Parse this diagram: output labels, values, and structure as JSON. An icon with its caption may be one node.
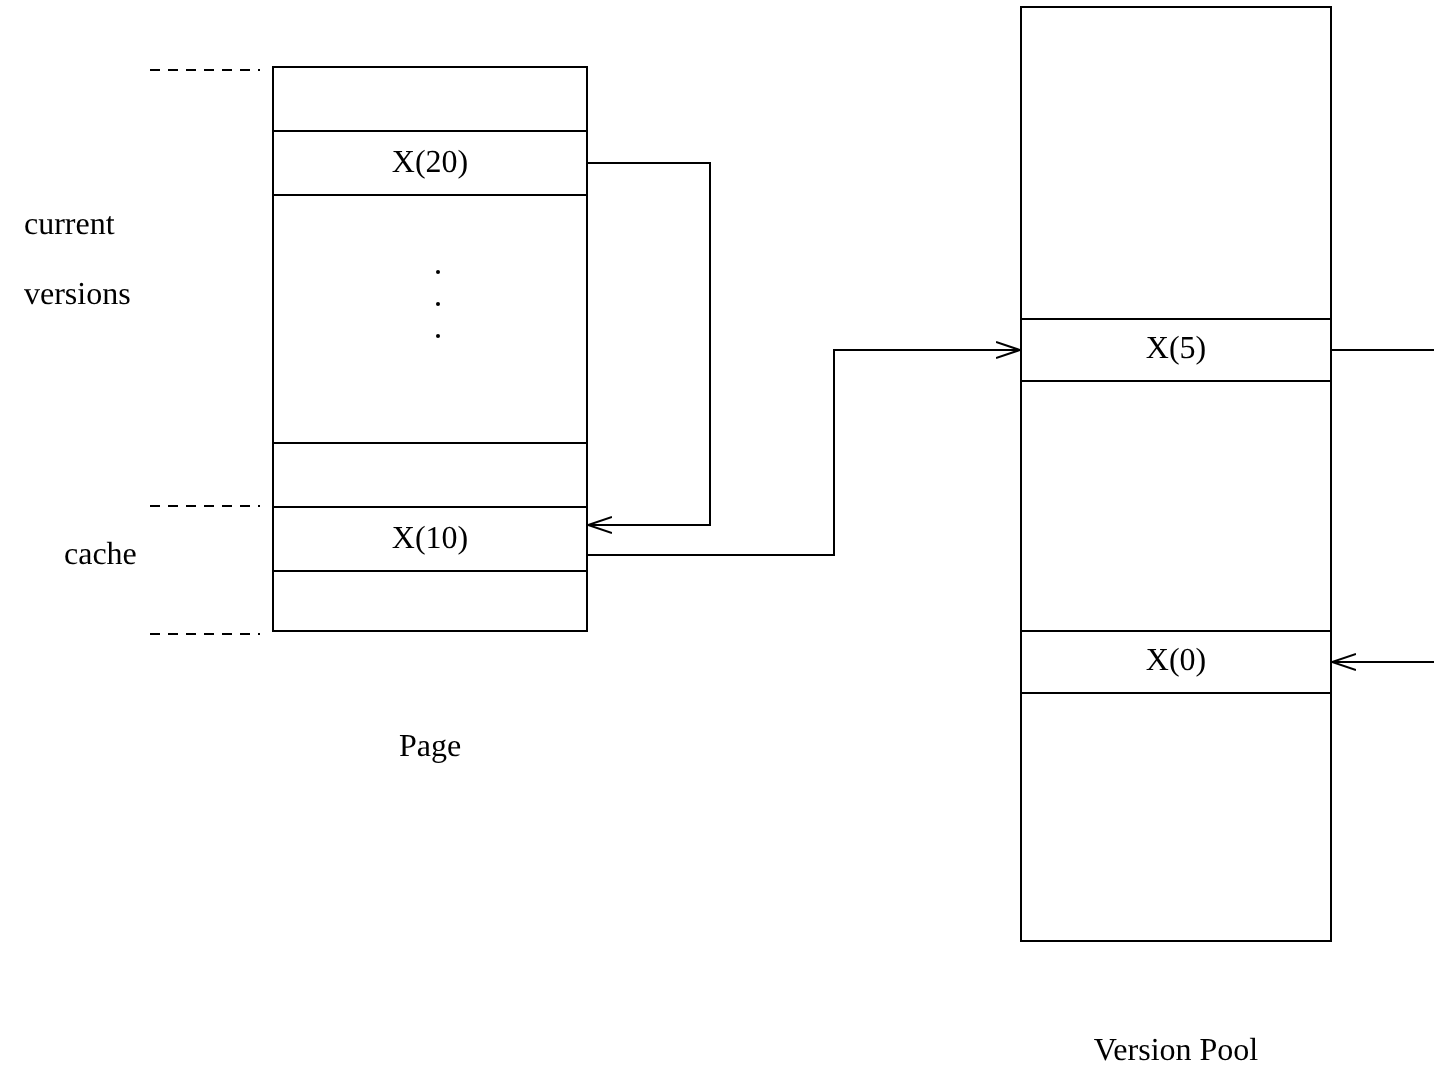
{
  "diagram": {
    "nodes": [
      {
        "text": [
          "Page"
        ]
      },
      {
        "text": [
          "X(20)"
        ],
        "in": 0
      },
      {
        "text": [
          "X(10)"
        ],
        "in": 0
      },
      {
        "text": [
          "Version Pool"
        ]
      },
      {
        "text": [
          "X(5)"
        ],
        "in": 3
      },
      {
        "text": [
          "X(0)"
        ],
        "in": 3
      }
    ],
    "edges": [
      {
        "from": 1,
        "to": 2,
        "arrow": "to"
      },
      {
        "from": 2,
        "to": 4,
        "arrow": "to"
      },
      {
        "from": 4,
        "to": null,
        "arrow": "none"
      },
      {
        "from": null,
        "to": 5,
        "arrow": "to"
      }
    ],
    "labels": [
      "current versions",
      "cache"
    ]
  }
}
